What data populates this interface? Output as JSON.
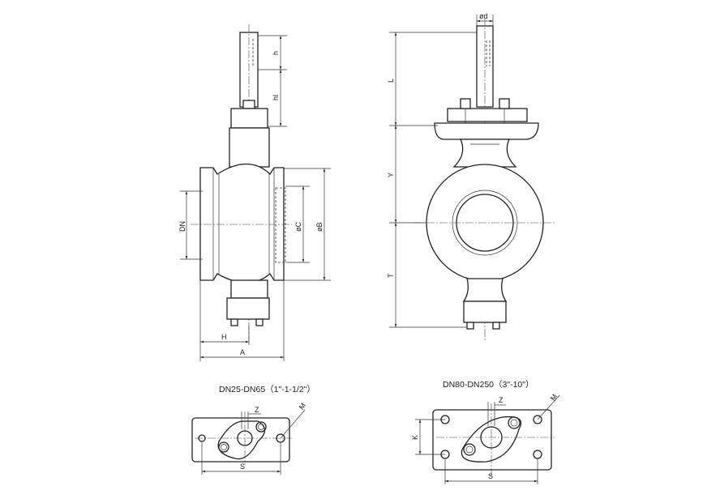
{
  "labels": {
    "h": "h",
    "hl": "hl",
    "DN": "DN",
    "oC": "øC",
    "oB": "øB",
    "H": "H",
    "A": "A",
    "od": "ød",
    "L": "L",
    "Y": "Y",
    "T": "T",
    "z": "Z",
    "M": "M",
    "K": "K",
    "S": "S"
  },
  "captions": {
    "small": "DN25-DN65（1\"-1-1/2\"）",
    "large": "DN80-DN250（3\"-10\"）"
  }
}
